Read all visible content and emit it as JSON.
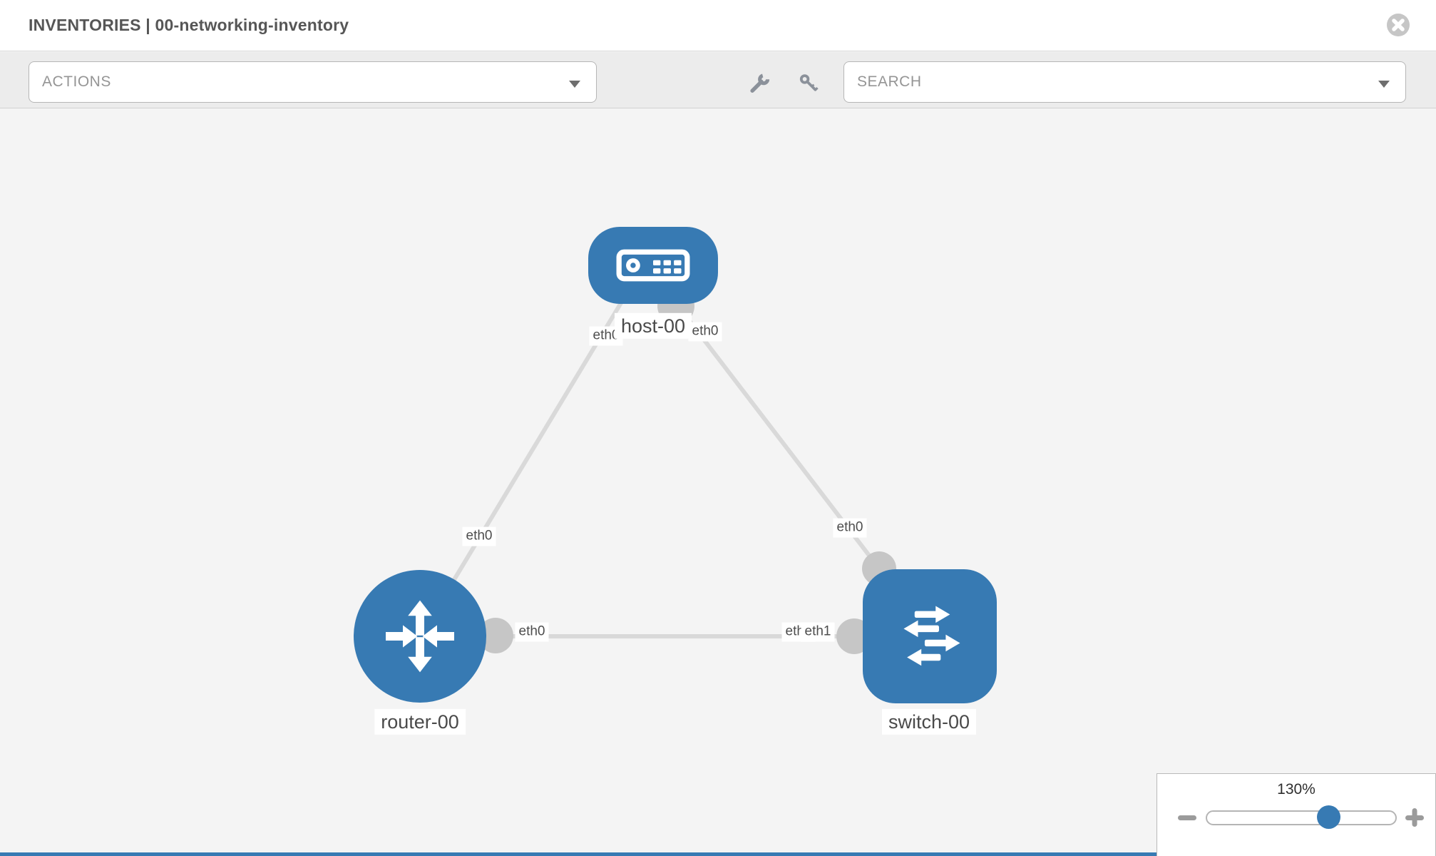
{
  "header": {
    "title": "INVENTORIES | 00-networking-inventory"
  },
  "toolbar": {
    "actions_label": "ACTIONS",
    "search_placeholder": "SEARCH",
    "icons": [
      "wrench-icon",
      "key-icon"
    ]
  },
  "topology": {
    "nodes": [
      {
        "id": "host-00",
        "type": "host",
        "label": "host-00"
      },
      {
        "id": "router-00",
        "type": "router",
        "label": "router-00"
      },
      {
        "id": "switch-00",
        "type": "switch",
        "label": "switch-00"
      }
    ],
    "links": [
      {
        "source": "host-00",
        "source_interface": "eth0",
        "target": "router-00",
        "target_interface": "eth0"
      },
      {
        "source": "host-00",
        "source_interface": "eth0",
        "target": "switch-00",
        "target_interface": "eth0"
      },
      {
        "source": "router-00",
        "source_interface": "eth0",
        "target": "switch-00",
        "target_interface": "eth1"
      }
    ],
    "labels": {
      "host": "host-00",
      "router": "router-00",
      "switch": "switch-00",
      "host_left_if": "eth0",
      "host_right_if": "eth0",
      "router_top_if": "eth0",
      "router_right_if": "eth0",
      "switch_top_if": "eth0",
      "switch_left_if_back": "eth0",
      "switch_left_if_front": "eth1"
    }
  },
  "zoom_control": {
    "level": "130%",
    "minus_icon": "zoom-out-icon",
    "plus_icon": "zoom-in-icon"
  },
  "colors": {
    "node_blue": "#377ab3",
    "link_gray": "#d9d9d9",
    "connector_gray": "#c6c6c6",
    "canvas_bg": "#f4f4f4",
    "toolbar_bg": "#ececec",
    "icon_gray": "#8b919a",
    "label_text": "#4d4d4d"
  }
}
